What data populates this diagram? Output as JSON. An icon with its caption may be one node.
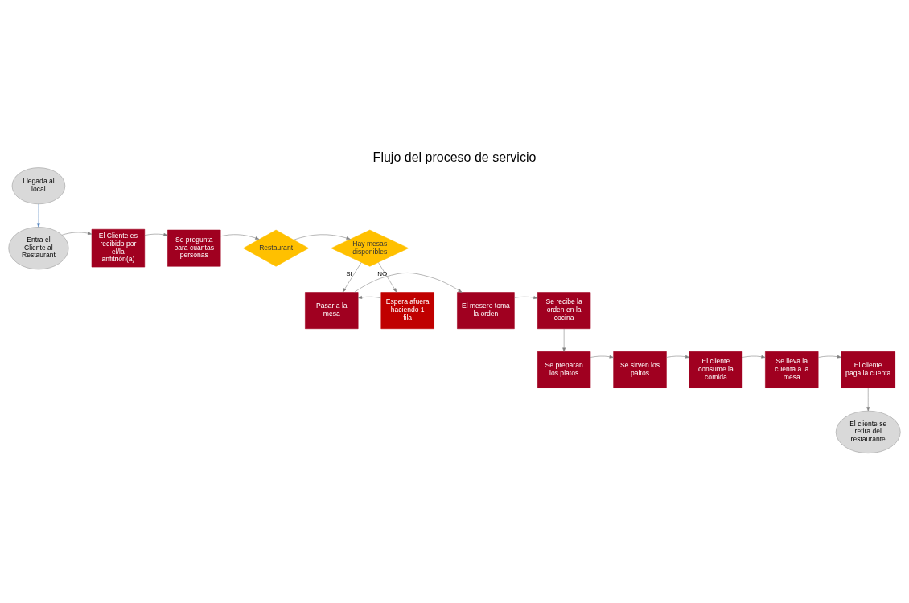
{
  "diagram": {
    "title": "Flujo del proceso de servicio",
    "nodes": [
      {
        "text": [
          "Llegada al local"
        ]
      },
      {
        "text": [
          "Entra el Cliente al Restaurant"
        ]
      },
      {
        "text": [
          "El Cliente es recibido por el/la anfitrión(a)"
        ]
      },
      {
        "text": [
          "Se pregunta para cuantas personas"
        ]
      },
      {
        "text": [
          "Restaurant"
        ]
      },
      {
        "text": [
          "Hay mesas disponibles"
        ]
      },
      {
        "text": [
          "Se recibe la orden en la cocina"
        ]
      },
      {
        "text": [
          "El mesero toma la orden"
        ]
      },
      {
        "text": [
          "Pasar a la mesa"
        ]
      },
      {
        "text": [
          "Espera afuera haciendo 1 fila"
        ]
      },
      {
        "text": [
          "Se preparan los platos"
        ]
      },
      {
        "text": [
          "Se sirven los paltos"
        ]
      },
      {
        "text": [
          "El cliente consume la comida"
        ]
      },
      {
        "text": [
          "Se lleva la cuenta a la mesa"
        ]
      },
      {
        "text": [
          "El cliente paga la cuenta"
        ]
      },
      {
        "text": [
          "El cliente se retira del restaurante"
        ]
      }
    ],
    "edges": [
      {
        "from": 0,
        "to": 1,
        "arrow": "to",
        "color": "#4f81bd"
      },
      {
        "from": 1,
        "to": 2,
        "arrow": "to"
      },
      {
        "from": 2,
        "to": 3,
        "arrow": "to"
      },
      {
        "from": 3,
        "to": 4,
        "arrow": "to"
      },
      {
        "from": 4,
        "to": 5,
        "arrow": "to"
      },
      {
        "from": 5,
        "to": 8,
        "arrow": "to",
        "label": "SI"
      },
      {
        "from": 5,
        "to": 9,
        "arrow": "to",
        "label": "NO"
      },
      {
        "from": 9,
        "to": 8,
        "arrow": "to"
      },
      {
        "from": 8,
        "to": 7,
        "arrow": "to"
      },
      {
        "from": 7,
        "to": 6,
        "arrow": "to"
      },
      {
        "from": 6,
        "to": 10,
        "arrow": "to"
      },
      {
        "from": 10,
        "to": 11,
        "arrow": "to"
      },
      {
        "from": 11,
        "to": 12,
        "arrow": "to"
      },
      {
        "from": 12,
        "to": 13,
        "arrow": "to"
      },
      {
        "from": 13,
        "to": 14,
        "arrow": "to"
      },
      {
        "from": 14,
        "to": 15,
        "arrow": "to"
      }
    ]
  }
}
